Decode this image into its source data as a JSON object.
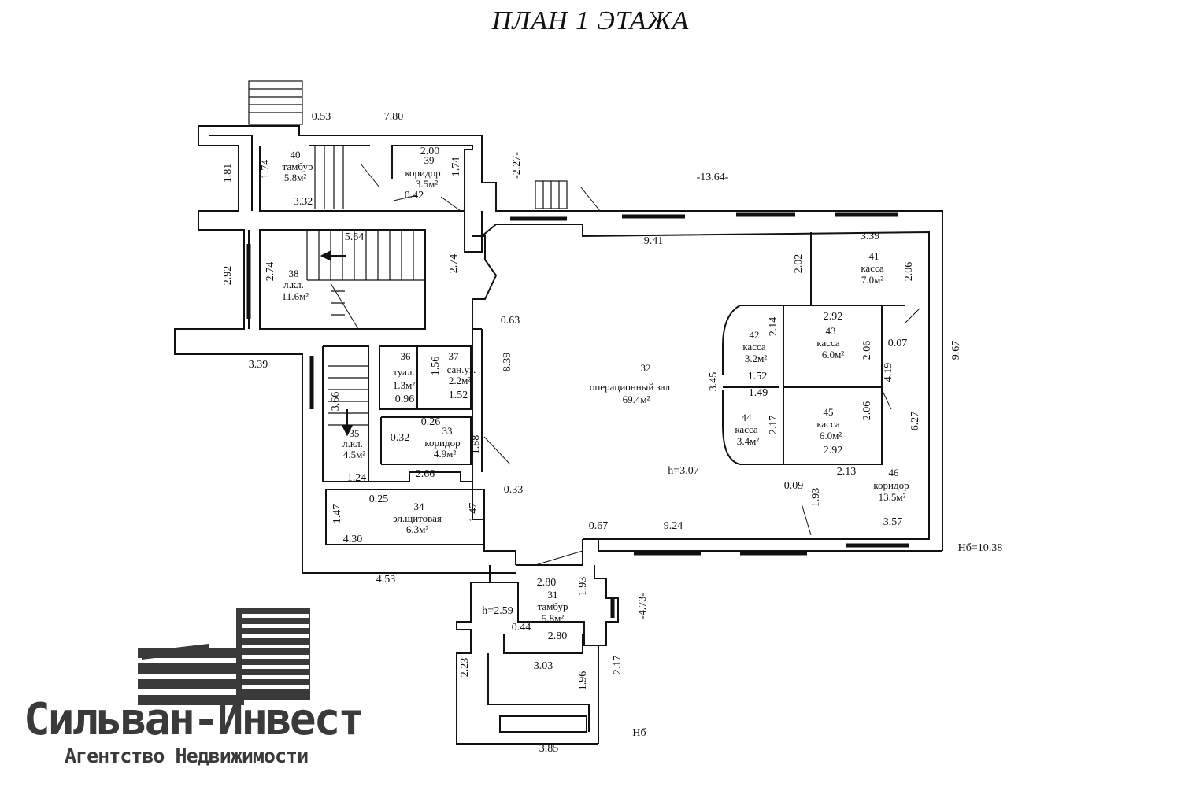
{
  "title": "ПЛАН 1 ЭТАЖА",
  "rooms": [
    {
      "num": "31",
      "name": "тамбур",
      "area": "5.8м²"
    },
    {
      "num": "32",
      "name": "операционный зал",
      "area": "69.4м²"
    },
    {
      "num": "33",
      "name": "коридор",
      "area": "4.9м²"
    },
    {
      "num": "34",
      "name": "эл.щитовая",
      "area": "6.3м²"
    },
    {
      "num": "35",
      "name": "л.кл.",
      "area": "4.5м²"
    },
    {
      "num": "36",
      "name": "туал.",
      "area": "1.3м²"
    },
    {
      "num": "37",
      "name": "сан.уз.",
      "area": "2.2м²"
    },
    {
      "num": "38",
      "name": "л.кл.",
      "area": "11.6м²"
    },
    {
      "num": "39",
      "name": "коридор",
      "area": "3.5м²"
    },
    {
      "num": "40",
      "name": "тамбур",
      "area": "5.8м²"
    },
    {
      "num": "41",
      "name": "касса",
      "area": "7.0м²"
    },
    {
      "num": "42",
      "name": "касса",
      "area": "3.2м²"
    },
    {
      "num": "43",
      "name": "касса",
      "area": "6.0м²"
    },
    {
      "num": "44",
      "name": "касса",
      "area": "3.4м²"
    },
    {
      "num": "45",
      "name": "касса",
      "area": "6.0м²"
    },
    {
      "num": "46",
      "name": "коридор",
      "area": "13.5м²"
    }
  ],
  "heights": [
    "h=3.07",
    "h=2.59",
    "Hб=10.38",
    "Hб"
  ],
  "dims": [
    "0.53",
    "7.80",
    "1.81",
    "1.74",
    "2.00",
    "1.74",
    "3.32",
    "0.42",
    "-2.27-",
    "-13.64-",
    "9.41",
    "3.39",
    "2.92",
    "2.74",
    "5.64",
    "2.74",
    "2.02",
    "2.06",
    "0.63",
    "2.92",
    "2.14",
    "2.06",
    "0.07",
    "3.39",
    "1.56",
    "3.66",
    "1.52",
    "0.96",
    "8.39",
    "3.45",
    "1.52",
    "1.49",
    "4.19",
    "9.67",
    "0.26",
    "0.32",
    "1.88",
    "2.17",
    "2.06",
    "6.27",
    "2.92",
    "1.24",
    "2.66",
    "2.13",
    "0.09",
    "1.93",
    "0.25",
    "0.33",
    "1.47",
    "1.47",
    "4.30",
    "0.67",
    "9.24",
    "3.57",
    "4.53",
    "2.80",
    "1.93",
    "-4.73-",
    "0.44",
    "2.80",
    "2.23",
    "3.03",
    "2.17",
    "1.96",
    "3.85"
  ],
  "logo": {
    "name": "Сильван-Инвест",
    "tagline": "Агентство Недвижимости"
  }
}
